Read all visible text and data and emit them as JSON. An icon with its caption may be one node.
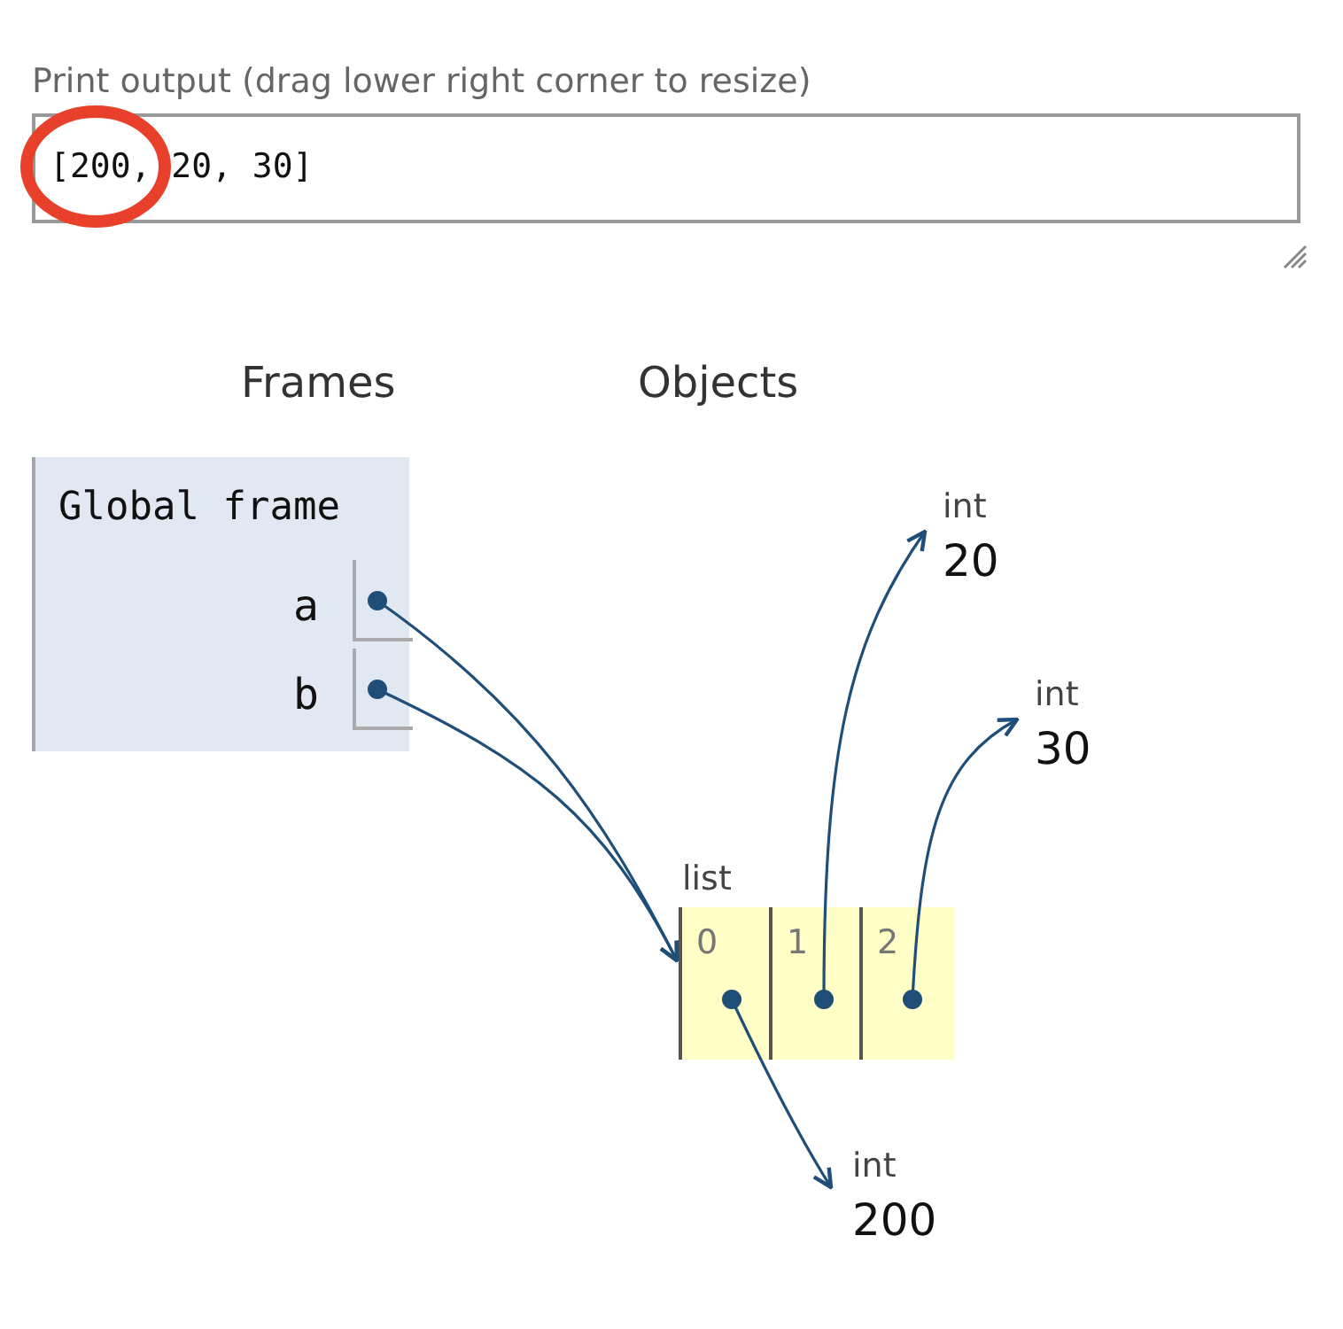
{
  "diagram": {
    "nodes": [
      {
        "text": [
          "Global frame"
        ]
      },
      {
        "text": [
          "a"
        ],
        "in": 0
      },
      {
        "text": [
          "b"
        ],
        "in": 0
      },
      {
        "text": [
          "list"
        ]
      },
      {
        "text": [
          "0"
        ],
        "in": 3
      },
      {
        "text": [
          "1"
        ],
        "in": 3
      },
      {
        "text": [
          "2"
        ],
        "in": 3
      },
      {
        "text": [
          "int",
          "20"
        ]
      },
      {
        "text": [
          "int",
          "30"
        ]
      },
      {
        "text": [
          "int",
          "200"
        ]
      }
    ],
    "edges": [
      {
        "from": 1,
        "to": 3,
        "arrow": "to"
      },
      {
        "from": 2,
        "to": 3,
        "arrow": "to"
      },
      {
        "from": 5,
        "to": 7,
        "arrow": "to"
      },
      {
        "from": 6,
        "to": 8,
        "arrow": "to"
      },
      {
        "from": 4,
        "to": 9,
        "arrow": "to"
      }
    ],
    "labels": [
      "Print output (drag lower right corner to resize)",
      "[200, 20, 30]",
      "Frames",
      "Objects"
    ]
  }
}
